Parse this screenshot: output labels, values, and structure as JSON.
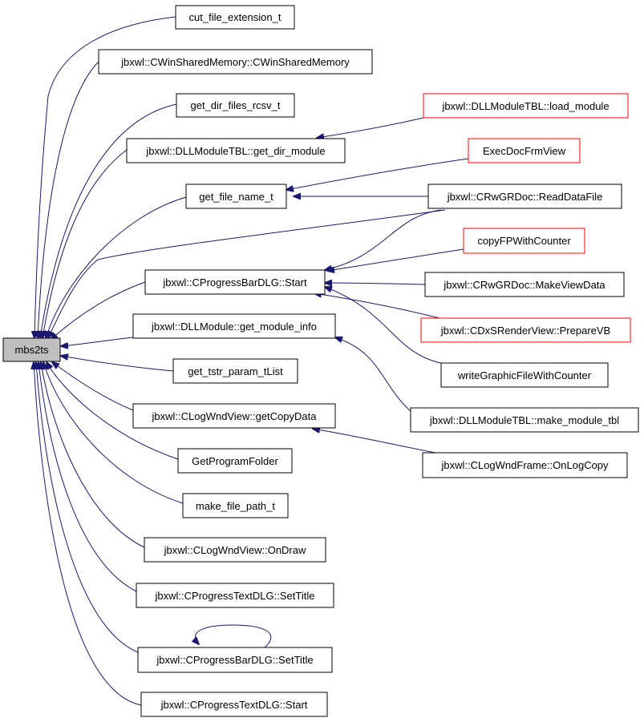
{
  "graph": {
    "root": {
      "label": "mbs2ts"
    },
    "nodes": {
      "cut_file_extension_t": {
        "label": "cut_file_extension_t",
        "truncated": false
      },
      "cwinshared": {
        "label": "jbxwl::CWinSharedMemory::CWinSharedMemory",
        "truncated": false
      },
      "get_dir_files_rcsv_t": {
        "label": "get_dir_files_rcsv_t",
        "truncated": false
      },
      "get_dir_module": {
        "label": "jbxwl::DLLModuleTBL::get_dir_module",
        "truncated": false
      },
      "get_file_name_t": {
        "label": "get_file_name_t",
        "truncated": false
      },
      "pbar_start": {
        "label": "jbxwl::CProgressBarDLG::Start",
        "truncated": false
      },
      "get_module_info": {
        "label": "jbxwl::DLLModule::get_module_info",
        "truncated": false
      },
      "get_tstr_param_tList": {
        "label": "get_tstr_param_tList",
        "truncated": false
      },
      "getCopyData": {
        "label": "jbxwl::CLogWndView::getCopyData",
        "truncated": false
      },
      "GetProgramFolder": {
        "label": "GetProgramFolder",
        "truncated": false
      },
      "make_file_path_t": {
        "label": "make_file_path_t",
        "truncated": false
      },
      "onDraw": {
        "label": "jbxwl::CLogWndView::OnDraw",
        "truncated": false
      },
      "ptext_settitle": {
        "label": "jbxwl::CProgressTextDLG::SetTitle",
        "truncated": false
      },
      "pbar_settitle": {
        "label": "jbxwl::CProgressBarDLG::SetTitle",
        "truncated": false
      },
      "ptext_start": {
        "label": "jbxwl::CProgressTextDLG::Start",
        "truncated": false
      },
      "load_module": {
        "label": "jbxwl::DLLModuleTBL::load_module",
        "truncated": true
      },
      "ExecDocFrmView": {
        "label": "ExecDocFrmView",
        "truncated": true
      },
      "ReadDataFile": {
        "label": "jbxwl::CRwGRDoc::ReadDataFile",
        "truncated": false
      },
      "copyFPWithCounter": {
        "label": "copyFPWithCounter",
        "truncated": true
      },
      "MakeViewData": {
        "label": "jbxwl::CRwGRDoc::MakeViewData",
        "truncated": false
      },
      "PrepareVB": {
        "label": "jbxwl::CDxSRenderView::PrepareVB",
        "truncated": true
      },
      "writeGraphic": {
        "label": "writeGraphicFileWithCounter",
        "truncated": false
      },
      "make_module_tbl": {
        "label": "jbxwl::DLLModuleTBL::make_module_tbl",
        "truncated": false
      },
      "OnLogCopy": {
        "label": "jbxwl::CLogWndFrame::OnLogCopy",
        "truncated": false
      }
    },
    "edges": [
      {
        "from": "cut_file_extension_t",
        "to": "root"
      },
      {
        "from": "cwinshared",
        "to": "root"
      },
      {
        "from": "get_dir_files_rcsv_t",
        "to": "root"
      },
      {
        "from": "get_dir_module",
        "to": "root"
      },
      {
        "from": "get_file_name_t",
        "to": "root"
      },
      {
        "from": "ReadDataFile",
        "to": "root"
      },
      {
        "from": "pbar_start",
        "to": "root"
      },
      {
        "from": "get_module_info",
        "to": "root"
      },
      {
        "from": "get_tstr_param_tList",
        "to": "root"
      },
      {
        "from": "getCopyData",
        "to": "root"
      },
      {
        "from": "GetProgramFolder",
        "to": "root"
      },
      {
        "from": "make_file_path_t",
        "to": "root"
      },
      {
        "from": "onDraw",
        "to": "root"
      },
      {
        "from": "ptext_settitle",
        "to": "root"
      },
      {
        "from": "pbar_settitle",
        "to": "root"
      },
      {
        "from": "ptext_start",
        "to": "root"
      },
      {
        "from": "load_module",
        "to": "get_dir_module"
      },
      {
        "from": "ExecDocFrmView",
        "to": "get_file_name_t"
      },
      {
        "from": "ReadDataFile",
        "to": "get_file_name_t"
      },
      {
        "from": "ReadDataFile",
        "to": "pbar_start"
      },
      {
        "from": "copyFPWithCounter",
        "to": "pbar_start"
      },
      {
        "from": "MakeViewData",
        "to": "pbar_start"
      },
      {
        "from": "PrepareVB",
        "to": "pbar_start"
      },
      {
        "from": "writeGraphic",
        "to": "pbar_start"
      },
      {
        "from": "make_module_tbl",
        "to": "get_module_info"
      },
      {
        "from": "OnLogCopy",
        "to": "getCopyData"
      },
      {
        "from": "pbar_settitle",
        "to": "pbar_settitle"
      }
    ]
  }
}
